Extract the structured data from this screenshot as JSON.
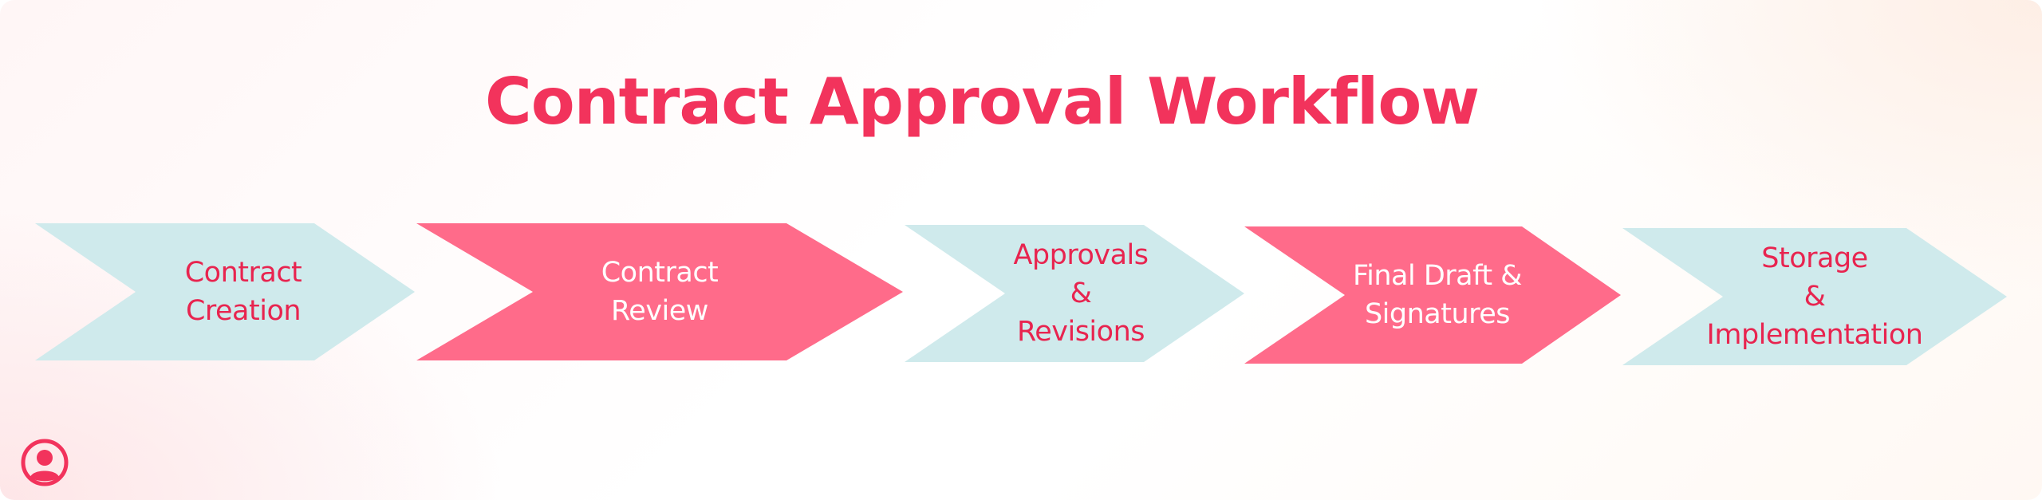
{
  "colors": {
    "accent": "#f2335c",
    "pink_fill": "#ff6b8a",
    "light_fill": "#cfeaec",
    "label_on_light": "#e8244f",
    "label_on_pink": "#ffffff"
  },
  "title": "Contract Approval Workflow",
  "steps": [
    {
      "lines": [
        "Contract",
        "Creation"
      ],
      "style": "light"
    },
    {
      "lines": [
        "Contract",
        "Review"
      ],
      "style": "pink"
    },
    {
      "lines": [
        "Approvals",
        "&",
        "Revisions"
      ],
      "style": "light"
    },
    {
      "lines": [
        "Final Draft &",
        "Signatures"
      ],
      "style": "pink"
    },
    {
      "lines": [
        "Storage",
        "&",
        "Implementation"
      ],
      "style": "light"
    }
  ],
  "footer_icon": "user-circle-icon"
}
